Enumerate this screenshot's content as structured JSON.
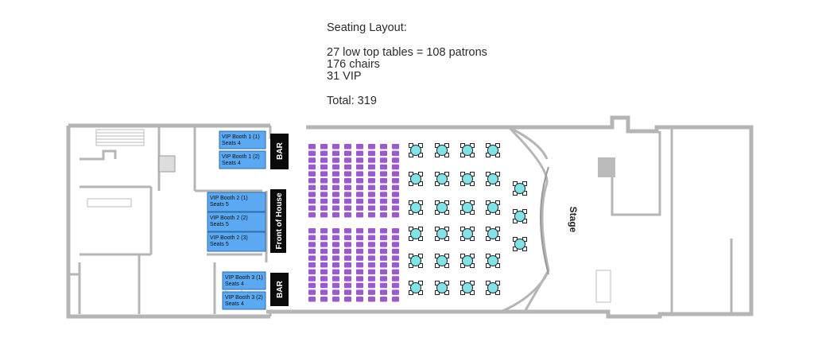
{
  "info": {
    "heading": "Seating Layout:",
    "lines": [
      "27 low top tables = 108 patrons",
      "176 chairs",
      "31 VIP"
    ],
    "total": "Total: 319"
  },
  "booths": [
    {
      "name": "VIP Booth 1 (1)",
      "seats": "Seats 4"
    },
    {
      "name": "VIP Booth 1 (2)",
      "seats": "Seats 4"
    },
    {
      "name": "VIP Booth 2 (1)",
      "seats": "Seats 5"
    },
    {
      "name": "VIP Booth 2 (2)",
      "seats": "Seats 5"
    },
    {
      "name": "VIP Booth 2 (3)",
      "seats": "Seats 5"
    },
    {
      "name": "VIP Booth 3 (1)",
      "seats": "Seats 4"
    },
    {
      "name": "VIP Booth 3 (2)",
      "seats": "Seats 4"
    }
  ],
  "labels": {
    "bar_top": "BAR",
    "front_of_house": "Front of House",
    "bar_bottom": "BAR",
    "stage": "Stage"
  },
  "colors": {
    "wall": "#b5b5b5",
    "booth": "#5aa9f2",
    "chair": "#9b59d0",
    "table": "#7fe3e8",
    "label_box": "#0a0a0a"
  }
}
